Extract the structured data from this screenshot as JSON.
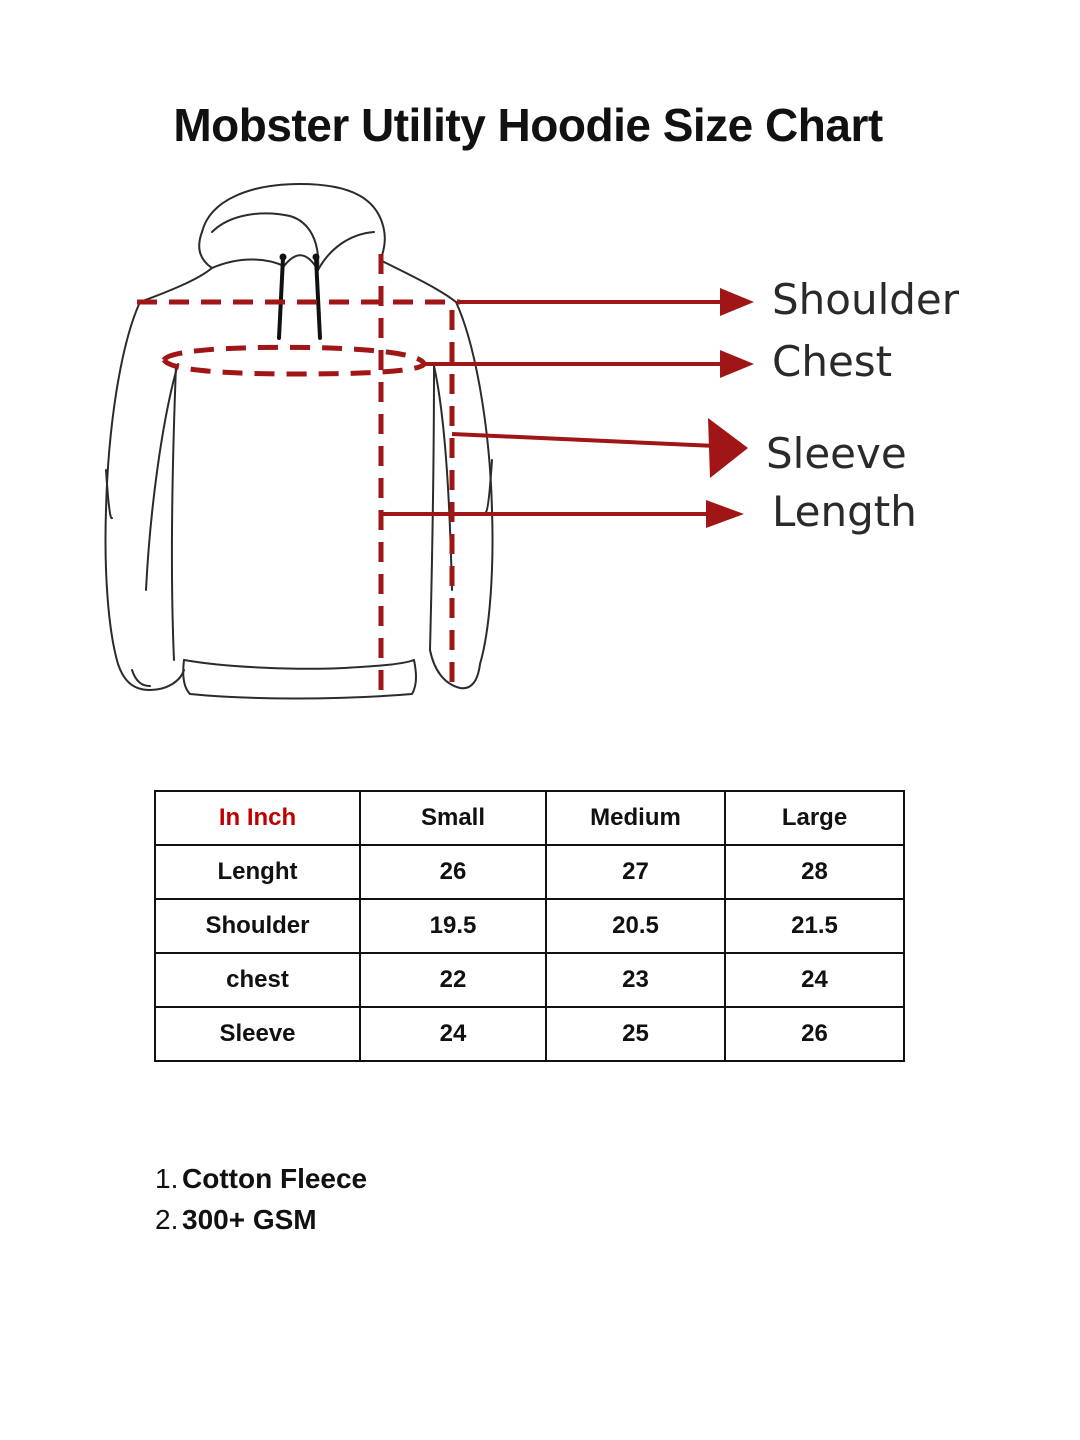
{
  "title": "Mobster Utility Hoodie Size Chart",
  "diagram": {
    "labels": [
      "Shoulder",
      "Chest",
      "Sleeve",
      "Length"
    ],
    "colors": {
      "measure_line": "#a01515",
      "garment_outline": "#2b2b2b"
    }
  },
  "table": {
    "corner_label": "In Inch",
    "columns": [
      "Small",
      "Medium",
      "Large"
    ],
    "rows": [
      {
        "label": "Lenght",
        "values": [
          "26",
          "27",
          "28"
        ]
      },
      {
        "label": "Shoulder",
        "values": [
          "19.5",
          "20.5",
          "21.5"
        ]
      },
      {
        "label": "chest",
        "values": [
          "22",
          "23",
          "24"
        ]
      },
      {
        "label": "Sleeve",
        "values": [
          "24",
          "25",
          "26"
        ]
      }
    ],
    "corner_color": "#c00000"
  },
  "specs": [
    {
      "num": "1.",
      "text": "Cotton Fleece"
    },
    {
      "num": "2.",
      "text": "300+ GSM"
    }
  ]
}
